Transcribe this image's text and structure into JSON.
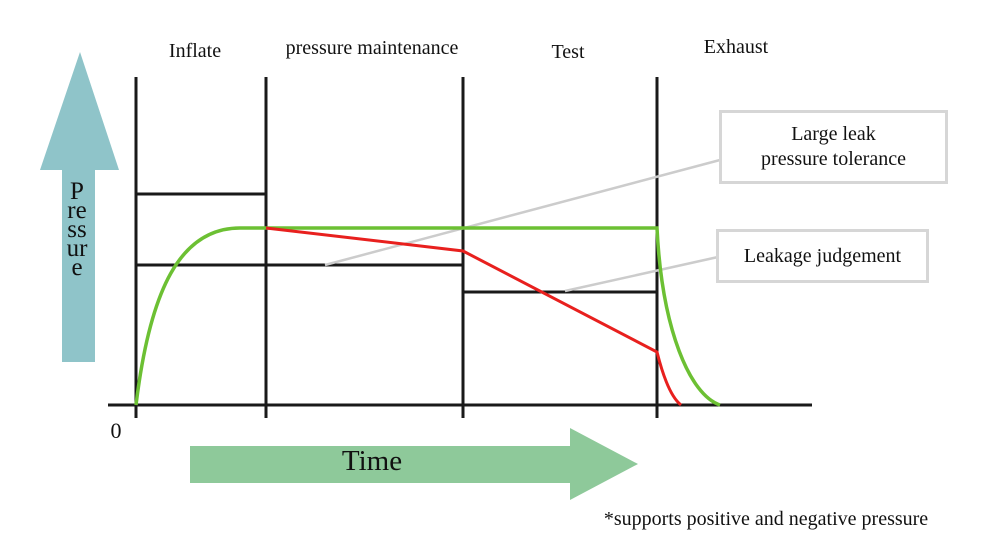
{
  "phases": [
    "Inflate",
    "pressure maintenance",
    "Test",
    "Exhaust"
  ],
  "y_axis_label": "Pressure",
  "x_axis_label": "Time",
  "origin_label": "0",
  "callouts": {
    "large_leak": [
      "Large leak",
      "pressure tolerance"
    ],
    "leakage": "Leakage judgement"
  },
  "footnote": "*supports positive and negative pressure",
  "colors": {
    "normal_curve": "#6cc033",
    "leak_curve": "#e8201e",
    "pressure_arrow": "#8fc4c9",
    "time_arrow": "#8ec99a",
    "leader": "#cccccc"
  }
}
